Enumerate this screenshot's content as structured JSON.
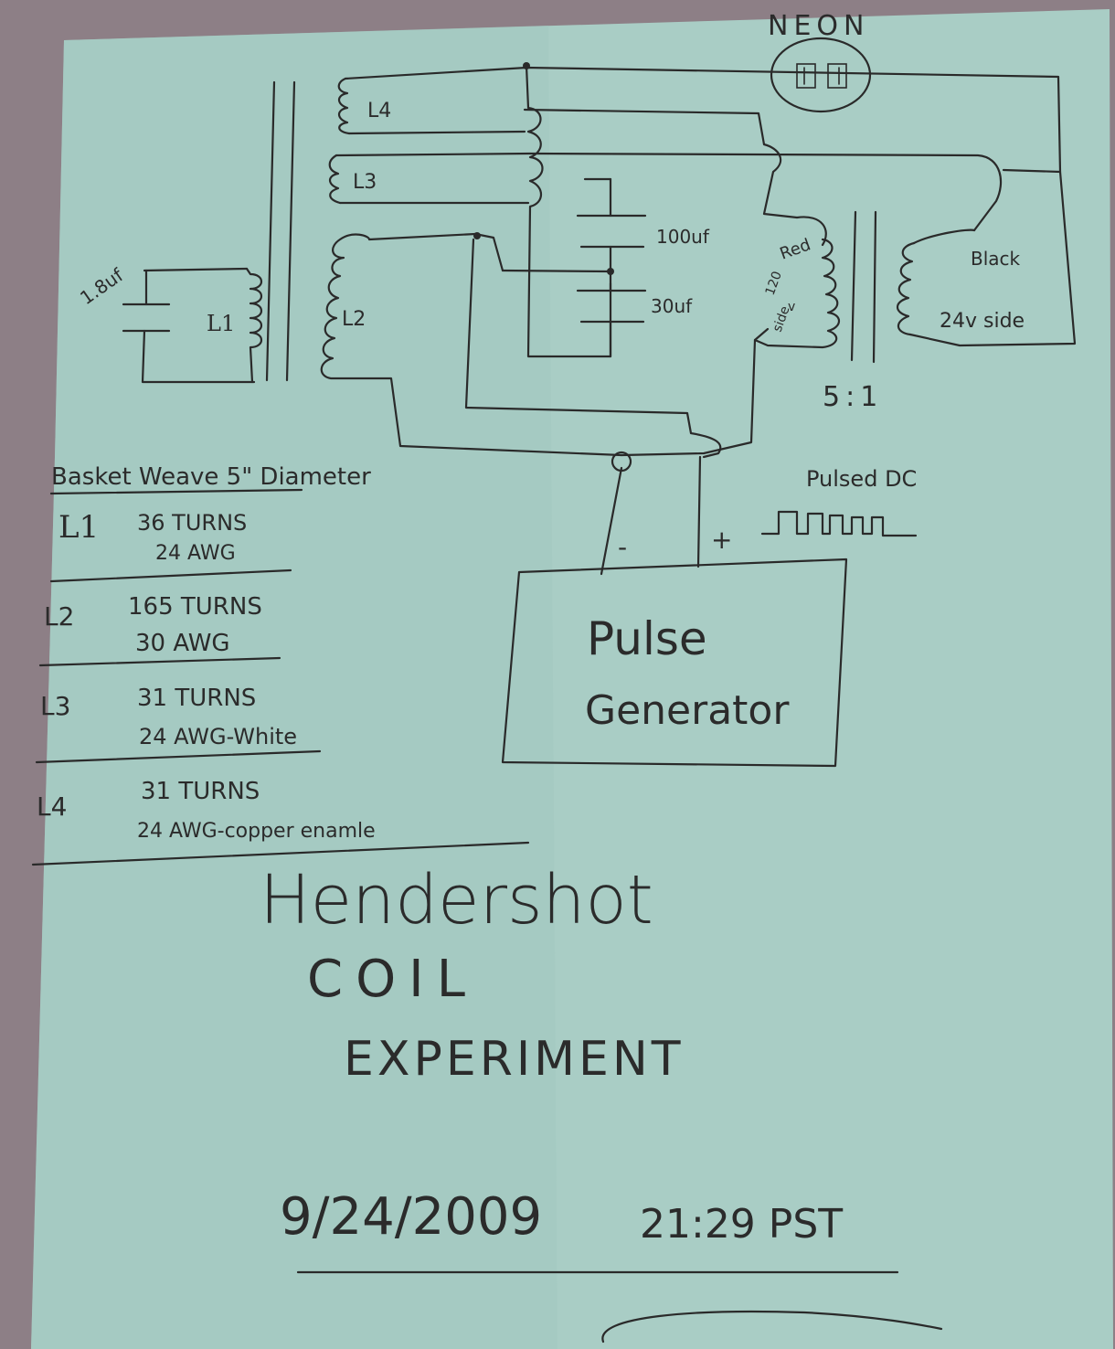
{
  "colors": {
    "paper": "#a9cdc5",
    "paper_shade": "#9fc3bb",
    "background": "#8d7f86",
    "ink": "#2a2a2a"
  },
  "diagram": {
    "neon_label": "NEON",
    "coils": {
      "l1": "L1",
      "l2": "L2",
      "l3": "L3",
      "l4": "L4"
    },
    "capacitors": {
      "c_l1": "1.8uf",
      "c_top": "100uf",
      "c_bottom": "30uf"
    },
    "transformer": {
      "red": "Red",
      "primary_line1": "120",
      "primary_line2": "v",
      "primary_line3": "side",
      "black": "Black",
      "secondary": "24v side",
      "ratio": "5:1"
    },
    "pulse": {
      "label": "Pulsed DC",
      "minus": "-",
      "plus": "+",
      "generator_line1": "Pulse",
      "generator_line2": "Generator"
    }
  },
  "notes": {
    "heading": "Basket Weave 5\" Diameter",
    "rows": [
      {
        "coil": "L1",
        "turns": "36 TURNS",
        "wire": "24 AWG"
      },
      {
        "coil": "L2",
        "turns": "165 TURNS",
        "wire": "30 AWG"
      },
      {
        "coil": "L3",
        "turns": "31 TURNS",
        "wire": "24 AWG-White"
      },
      {
        "coil": "L4",
        "turns": "31 TURNS",
        "wire": "24 AWG-copper enamle"
      }
    ]
  },
  "title": {
    "line1": "Hendershot",
    "line2": "COIL",
    "line3": "EXPERIMENT",
    "date": "9/24/2009",
    "time": "21:29 PST"
  }
}
